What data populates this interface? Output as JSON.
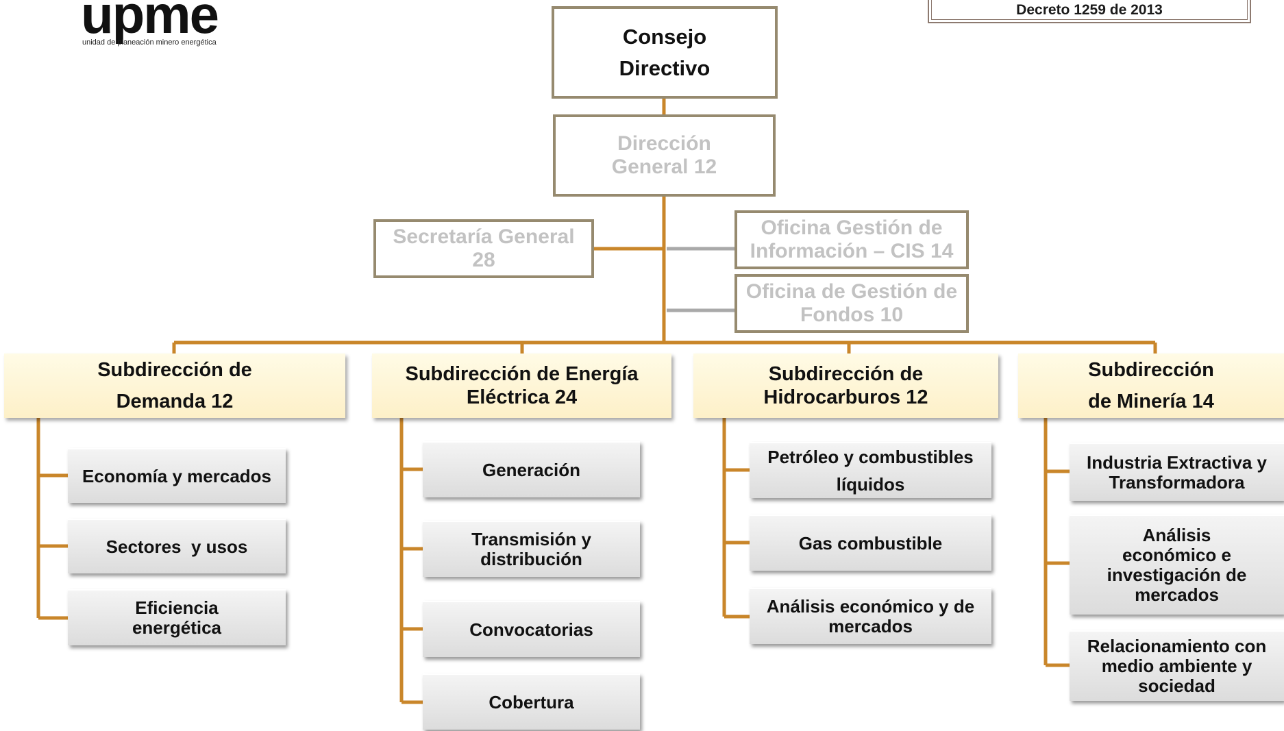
{
  "logo": {
    "mark": "upme",
    "tagline": "unidad de planeación minero energética"
  },
  "decree": "Decreto 1259 de 2013",
  "top": {
    "consejo": [
      "Consejo",
      "Directivo"
    ],
    "direccion": [
      "Dirección",
      "General 12"
    ],
    "secretaria": [
      "Secretaría General",
      "28"
    ],
    "oficina_cis": [
      "Oficina Gestión de",
      "Información – CIS 14"
    ],
    "oficina_fondos": [
      "Oficina de Gestión de",
      "Fondos 10"
    ]
  },
  "subdirecciones": [
    {
      "title": [
        "Subdirección de",
        "Demanda 12"
      ],
      "items": [
        [
          "Economía y mercados"
        ],
        [
          "Sectores  y usos"
        ],
        [
          "Eficiencia",
          "energética"
        ]
      ]
    },
    {
      "title": [
        "Subdirección de Energía",
        "Eléctrica 24"
      ],
      "items": [
        [
          "Generación"
        ],
        [
          "Transmisión y",
          "distribución"
        ],
        [
          "Convocatorias"
        ],
        [
          "Cobertura"
        ]
      ]
    },
    {
      "title": [
        "Subdirección de",
        "Hidrocarburos 12"
      ],
      "items": [
        [
          "Petróleo y combustibles",
          "líquidos"
        ],
        [
          "Gas combustible"
        ],
        [
          "Análisis económico y de",
          "mercados"
        ]
      ]
    },
    {
      "title": [
        "Subdirección",
        "de Minería 14"
      ],
      "items": [
        [
          "Industria Extractiva y",
          "Transformadora"
        ],
        [
          "Análisis",
          "económico e",
          "investigación de",
          "mercados"
        ],
        [
          "Relacionamiento con",
          "medio ambiente y",
          "sociedad"
        ]
      ]
    }
  ],
  "colors": {
    "connector": "#c9862a",
    "staff_connector": "#a9a9a9",
    "top_border": "#968a6f"
  }
}
